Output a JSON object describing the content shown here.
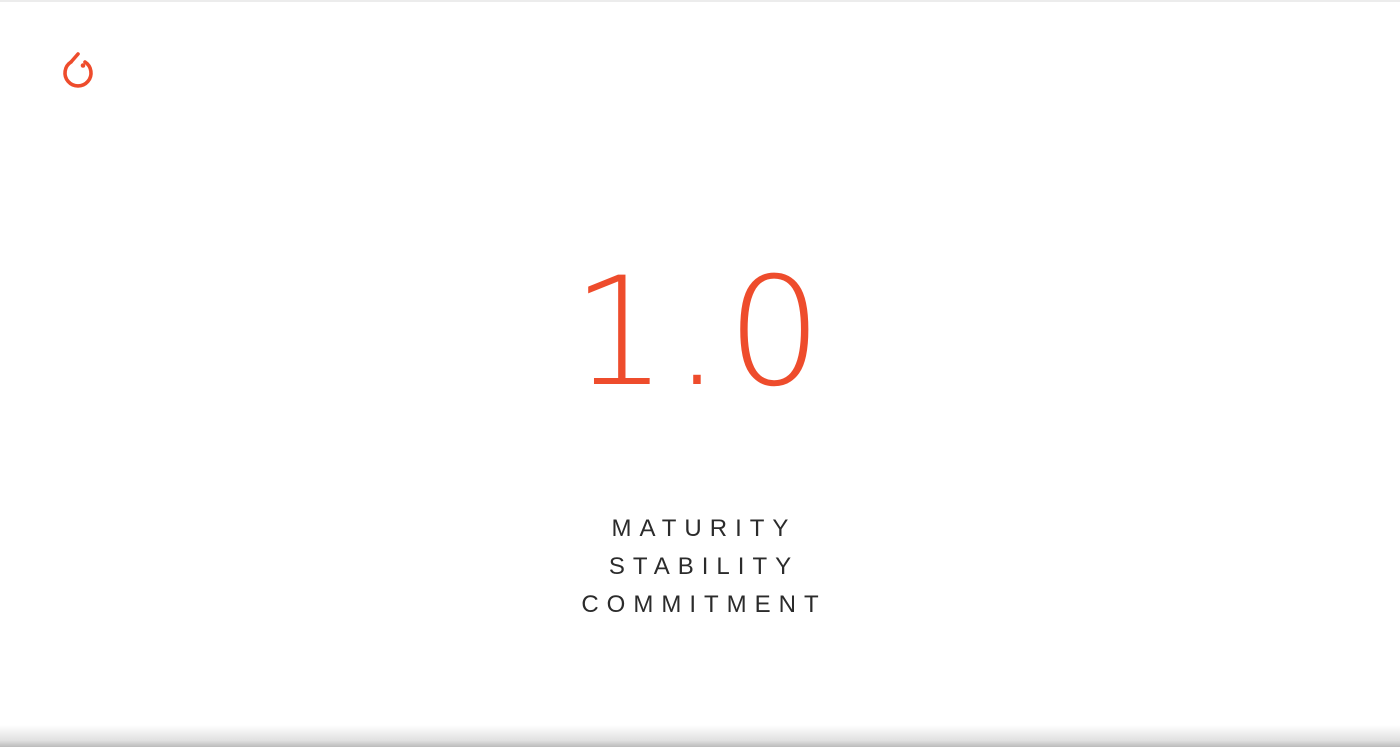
{
  "slide": {
    "logo_icon": "pytorch-flame-icon",
    "version": "1.0",
    "taglines": [
      "MATURITY",
      "STABILITY",
      "COMMITMENT"
    ],
    "accent_color": "#ee4c2c",
    "text_color": "#2b2b2b",
    "background_color": "#ffffff"
  }
}
